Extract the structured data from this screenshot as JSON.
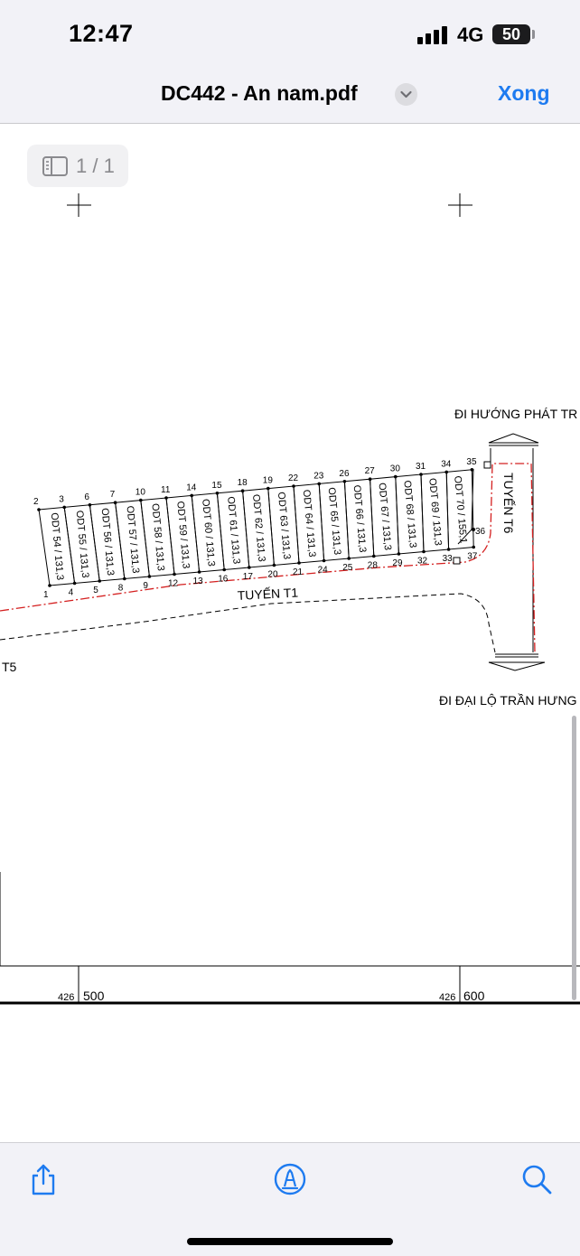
{
  "status_bar": {
    "time": "12:47",
    "network": "4G",
    "battery": "50"
  },
  "navbar": {
    "title": "DC442 - An nam.pdf",
    "done_label": "Xong"
  },
  "page_indicator": {
    "text": "1 / 1"
  },
  "plan": {
    "direction_top": "ĐI HƯỚNG PHÁT TR",
    "direction_bottom": "ĐI ĐẠI LỘ TRẦN HƯNG",
    "road_t1": "TUYẾN T1",
    "road_t6": "TUYẾN T6",
    "road_t5": "T5",
    "parcels": [
      "ODT 54 / 131,3",
      "ODT 55 / 131,3",
      "ODT 56 / 131,3",
      "ODT 57 / 131,3",
      "ODT 58 / 131,3",
      "ODT 59 / 131,3",
      "ODT 60 / 131,3",
      "ODT 61 / 131,3",
      "ODT 62 / 131,3",
      "ODT 63 / 131,3",
      "ODT 64 / 131,3",
      "ODT 65 / 131,3",
      "ODT 66 / 131,3",
      "ODT 67 / 131,3",
      "ODT 68 / 131,3",
      "ODT 69 / 131,3",
      "ODT 70 / 155,1"
    ],
    "top_points": [
      "2",
      "3",
      "6",
      "7",
      "10",
      "11",
      "14",
      "15",
      "18",
      "19",
      "22",
      "23",
      "26",
      "27",
      "30",
      "31",
      "34",
      "35"
    ],
    "bottom_points": [
      "1",
      "4",
      "5",
      "8",
      "9",
      "12",
      "13",
      "16",
      "17",
      "20",
      "21",
      "24",
      "25",
      "28",
      "29",
      "32",
      "33",
      "37"
    ],
    "side_point": "36",
    "ruler": [
      {
        "small": "426",
        "big": "500"
      },
      {
        "small": "426",
        "big": "600"
      }
    ]
  },
  "toolbar": {
    "share": "share-icon",
    "markup": "markup-icon",
    "search": "search-icon"
  },
  "colors": {
    "accent": "#1e7bf0",
    "boundary": "#d42020"
  }
}
